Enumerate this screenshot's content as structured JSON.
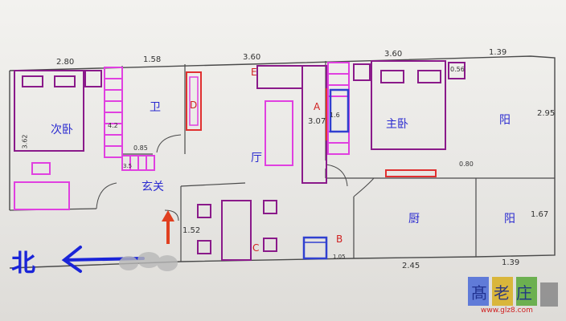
{
  "plan": {
    "dimensions": {
      "top_left": "2.80",
      "top_mid": "1.58",
      "top_center": "3.60",
      "top_right_center": "3.60",
      "top_far_right": "1.39",
      "right_upper": "2.95",
      "right_lower": "1.67",
      "left_side": "3.62",
      "bottom_mid": "2.45",
      "bottom_right": "1.39",
      "corridor": "3.07",
      "entry_small": "0.85",
      "entry_side": "1.52",
      "wardrobe_small": "0.56",
      "kitchen_gap": "0.80",
      "door_small": "1.05",
      "bath_width": "4.2",
      "closet_small": "1.6",
      "step": "3.5"
    },
    "rooms": {
      "second_bedroom": "次卧",
      "bathroom": "卫",
      "living_room": "厅",
      "master_bedroom": "主卧",
      "balcony_top": "阳",
      "entrance": "玄关",
      "kitchen": "厨",
      "balcony_bottom": "阳"
    },
    "tags": {
      "a": "A",
      "b": "B",
      "c": "C",
      "d": "D",
      "e": "E"
    },
    "north_label": "北",
    "watermark_text": "www.glz8.com",
    "watermark_logo": "髙老庄"
  },
  "colors": {
    "wall": "#4a4a4a",
    "furniture_purple": "#8a1a8a",
    "furniture_magenta": "#e040e0",
    "marker_red": "#e03030",
    "marker_blue": "#3040d0",
    "arrow_red": "#e04020"
  }
}
